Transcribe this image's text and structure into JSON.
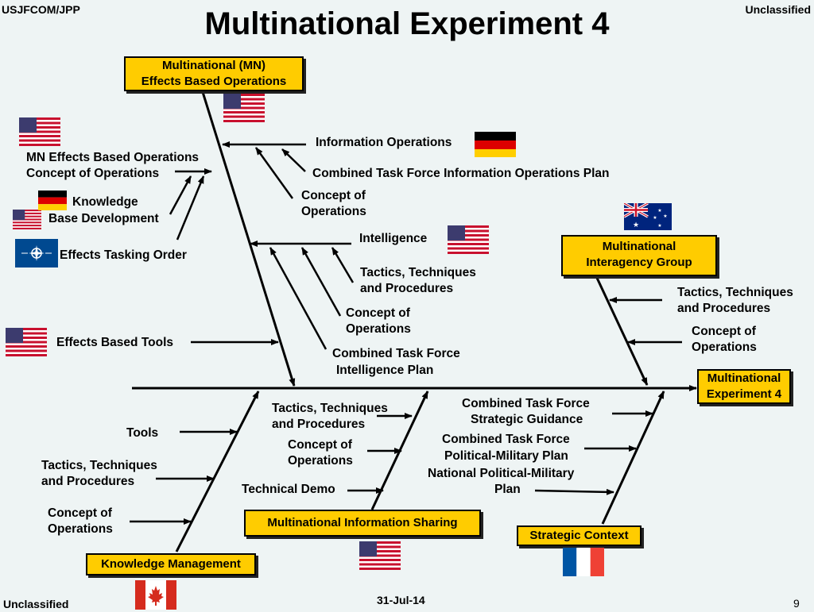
{
  "header": {
    "left": "USJFCOM/JPP",
    "right": "Unclassified",
    "title": "Multinational Experiment 4"
  },
  "footer": {
    "left": "Unclassified",
    "date": "31-Jul-14",
    "page": "9"
  },
  "colors": {
    "box_fill": "#ffcc00",
    "background": "#eef4f4"
  },
  "boxes": {
    "mn_ebo_1": "Multinational (MN)",
    "mn_ebo_2": "Effects Based Operations",
    "interagency_1": "Multinational",
    "interagency_2": "Interagency Group",
    "mne4_1": "Multinational",
    "mne4_2": "Experiment 4",
    "info_sharing": "Multinational  Information Sharing",
    "strategic_context": "Strategic Context",
    "knowledge_mgmt": "Knowledge Management"
  },
  "labels": {
    "info_ops": "Information Operations",
    "ctf_io_plan": "Combined Task Force Information Operations Plan",
    "conops_io_1": "Concept of",
    "conops_io_2": "Operations",
    "mn_ebo_conops_1": "MN Effects Based Operations",
    "mn_ebo_conops_2": "Concept of Operations",
    "kb_dev_1": "Knowledge",
    "kb_dev_2": "Base Development",
    "eto": "Effects Tasking Order",
    "intel": "Intelligence",
    "ttp_intel_1": "Tactics, Techniques",
    "ttp_intel_2": "and Procedures",
    "conops_intel_1": "Concept of",
    "conops_intel_2": "Operations",
    "ctf_intel_1": "Combined Task Force",
    "ctf_intel_2": "Intelligence Plan",
    "ebt": "Effects Based Tools",
    "ttp_iag_1": "Tactics, Techniques",
    "ttp_iag_2": "and Procedures",
    "conops_iag_1": "Concept of",
    "conops_iag_2": "Operations",
    "tools": "Tools",
    "ttp_km_1": "Tactics, Techniques",
    "ttp_km_2": "and Procedures",
    "conops_km_1": "Concept of",
    "conops_km_2": "Operations",
    "ttp_is_1": "Tactics, Techniques",
    "ttp_is_2": "and Procedures",
    "conops_is_1": "Concept of",
    "conops_is_2": "Operations",
    "tech_demo": "Technical Demo",
    "ctf_sg_1": "Combined Task Force",
    "ctf_sg_2": "Strategic Guidance",
    "ctf_pm_1": "Combined Task Force",
    "ctf_pm_2": "Political-Military Plan",
    "npm_1": "National Political-Military",
    "npm_2": "Plan"
  },
  "flags": [
    "us-flag",
    "germany-flag",
    "nato-flag",
    "australia-flag",
    "canada-flag",
    "france-flag"
  ]
}
